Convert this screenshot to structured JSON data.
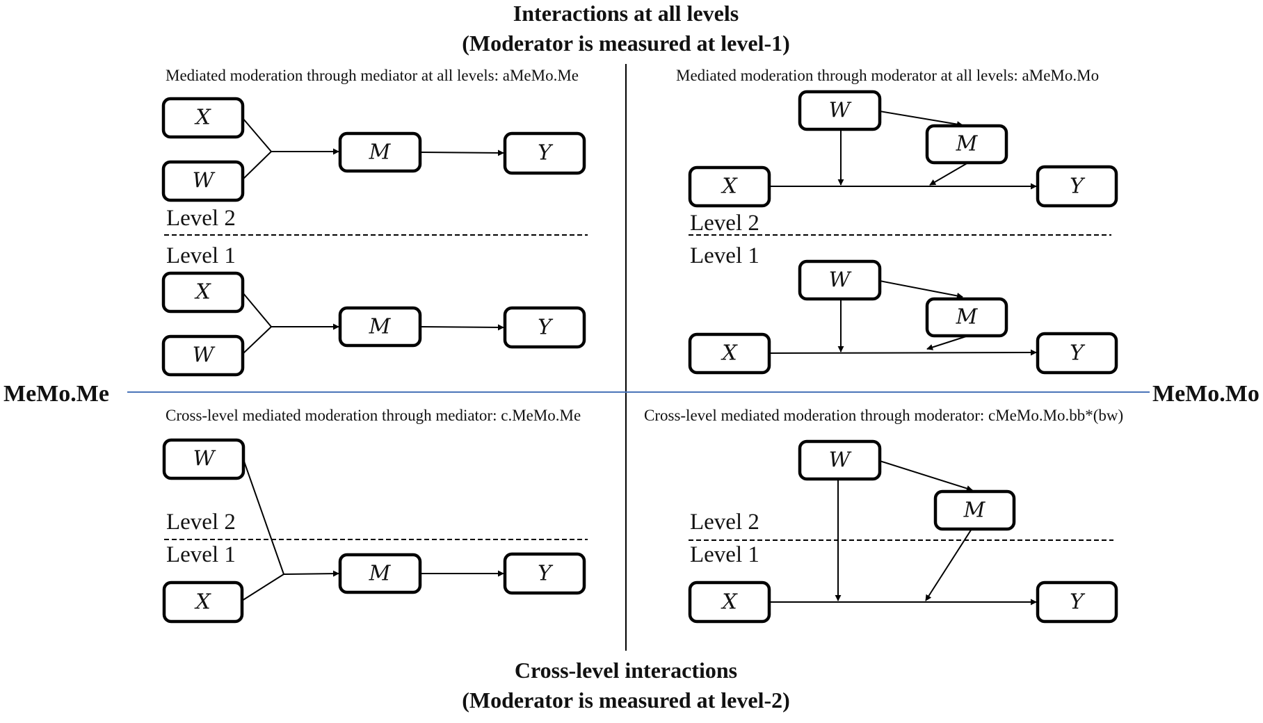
{
  "headings": {
    "top_line1": "Interactions at all levels",
    "top_line2": "(Moderator is measured at level-1)",
    "bottom_line1": "Cross-level interactions",
    "bottom_line2": "(Moderator is measured at level-2)"
  },
  "side_labels": {
    "left": "MeMo.Me",
    "right": "MeMo.Mo"
  },
  "colors": {
    "axis_line": "#4a74b8",
    "node_border": "#000000"
  },
  "level_labels": {
    "level2": "Level 2",
    "level1": "Level 1"
  },
  "panels": [
    {
      "id": "top-left",
      "caption": "Mediated moderation through mediator at all levels: aMeMo.Me",
      "nodes": [
        "X",
        "W",
        "M",
        "Y",
        "X",
        "W",
        "M",
        "Y"
      ]
    },
    {
      "id": "top-right",
      "caption": "Mediated moderation through moderator at all levels: aMeMo.Mo",
      "nodes": [
        "W",
        "M",
        "X",
        "Y",
        "W",
        "M",
        "X",
        "Y"
      ]
    },
    {
      "id": "bottom-left",
      "caption": "Cross-level mediated moderation through mediator: c.MeMo.Me",
      "nodes": [
        "W",
        "M",
        "Y",
        "X"
      ]
    },
    {
      "id": "bottom-right",
      "caption": "Cross-level mediated moderation through moderator: cMeMo.Mo.bb*(bw)",
      "nodes": [
        "W",
        "M",
        "X",
        "Y"
      ]
    }
  ]
}
